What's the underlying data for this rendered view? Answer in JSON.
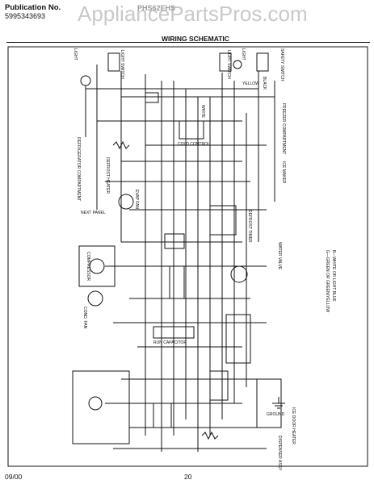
{
  "header": {
    "publication_label": "Publication No.",
    "publication_number": "5995343693",
    "model": "PHS62EHS",
    "watermark": "AppliancePartsPros.com"
  },
  "title": "WIRING SCHEMATIC",
  "footer": {
    "date": "09/00",
    "page": "20"
  },
  "diagram_labels": {
    "light_left": "LIGHT",
    "light_switch": "LIGHT SWITCH",
    "light_switch_right": "LIGHT SWITCH",
    "light_right": "LIGHT",
    "safety_switch": "SAFETY SWITCH",
    "refrigerator_compartment": "REFRIGERATOR COMPARTMENT",
    "freezer_compartment": "FREEZER COMPARTMENT",
    "cold_control": "COLD CONTROL",
    "next_panel": "NEXT PANEL",
    "compressor": "COMPRESSOR",
    "condenser_fan": "COND. FAN",
    "defrost_heater": "DEFROST HEATER",
    "defrost_timer": "DEFROST TIMER",
    "evap_fan": "EVAP FAN",
    "ice_maker": "ICE MAKER",
    "water_valve": "WATER VALVE",
    "run_capacitor": "RUN CAPACITOR",
    "ice_door_heater": "ICE DOOR HEATER",
    "dispenser_assembly": "DISPENSER ASSY",
    "wire_legend_1": "B—WHITE OR LIGHT BLUE",
    "wire_legend_2": "G—GREEN OR GREEN/YELLOW",
    "yellow": "YELLOW",
    "black": "BLACK",
    "white": "WHITE",
    "ground": "GROUND"
  }
}
